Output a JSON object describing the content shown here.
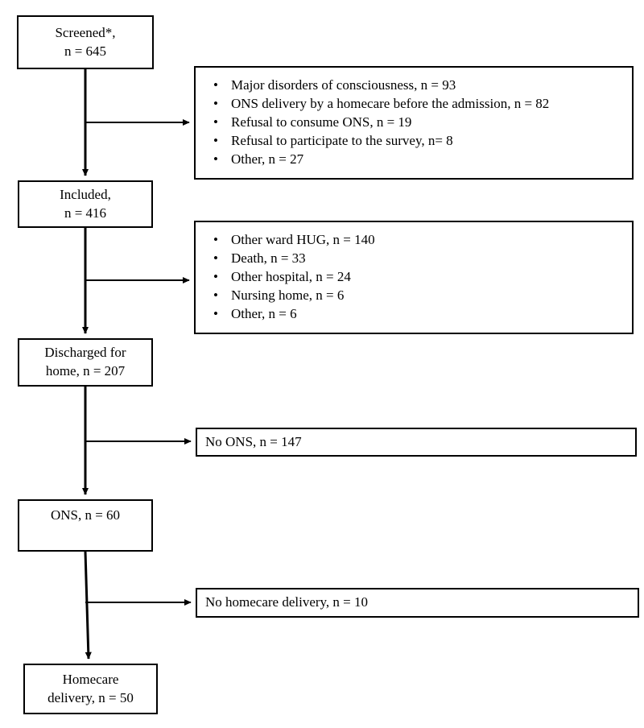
{
  "figure": {
    "type": "flowchart",
    "orientation": "vertical-with-right-exclusion-branches",
    "line_color": "#000000",
    "box_fill": "#ffffff",
    "text_color": "#000000"
  },
  "nodes": {
    "screened": {
      "label": "Screened*,\nn = 645"
    },
    "included": {
      "label": "Included,\nn = 416"
    },
    "discharged": {
      "label": "Discharged for\nhome, n = 207"
    },
    "ons": {
      "label": "ONS, n = 60"
    },
    "homecare": {
      "label": "Homecare\ndelivery, n = 50"
    },
    "no_ons": {
      "label": "No ONS, n = 147"
    },
    "no_homecare": {
      "label": "No homecare delivery, n = 10"
    }
  },
  "exclusions_screening": {
    "items": [
      "Major disorders of consciousness, n = 93",
      "ONS delivery by a homecare before the admission, n = 82",
      "Refusal to consume ONS, n = 19",
      "Refusal to participate to the survey, n= 8",
      "Other, n = 27"
    ]
  },
  "exclusions_discharge": {
    "items": [
      "Other ward HUG, n = 140",
      "Death, n = 33",
      "Other hospital, n = 24",
      "Nursing home, n = 6",
      "Other, n = 6"
    ]
  },
  "chart_data": {
    "type": "flowchart",
    "title": "",
    "flow": [
      {
        "stage": "Screened*",
        "n": 645
      },
      {
        "stage": "Included",
        "n": 416
      },
      {
        "stage": "Discharged for home",
        "n": 207
      },
      {
        "stage": "ONS",
        "n": 60
      },
      {
        "stage": "Homecare delivery",
        "n": 50
      }
    ],
    "excluded_after_screening": [
      {
        "reason": "Major disorders of consciousness",
        "n": 93
      },
      {
        "reason": "ONS delivery by a homecare before the admission",
        "n": 82
      },
      {
        "reason": "Refusal to consume ONS",
        "n": 19
      },
      {
        "reason": "Refusal to participate to the survey",
        "n": 8
      },
      {
        "reason": "Other",
        "n": 27
      }
    ],
    "excluded_after_inclusion": [
      {
        "reason": "Other ward HUG",
        "n": 140
      },
      {
        "reason": "Death",
        "n": 33
      },
      {
        "reason": "Other hospital",
        "n": 24
      },
      {
        "reason": "Nursing home",
        "n": 6
      },
      {
        "reason": "Other",
        "n": 6
      }
    ],
    "excluded_after_discharge": [
      {
        "reason": "No ONS",
        "n": 147
      }
    ],
    "excluded_after_ons": [
      {
        "reason": "No homecare delivery",
        "n": 10
      }
    ]
  }
}
